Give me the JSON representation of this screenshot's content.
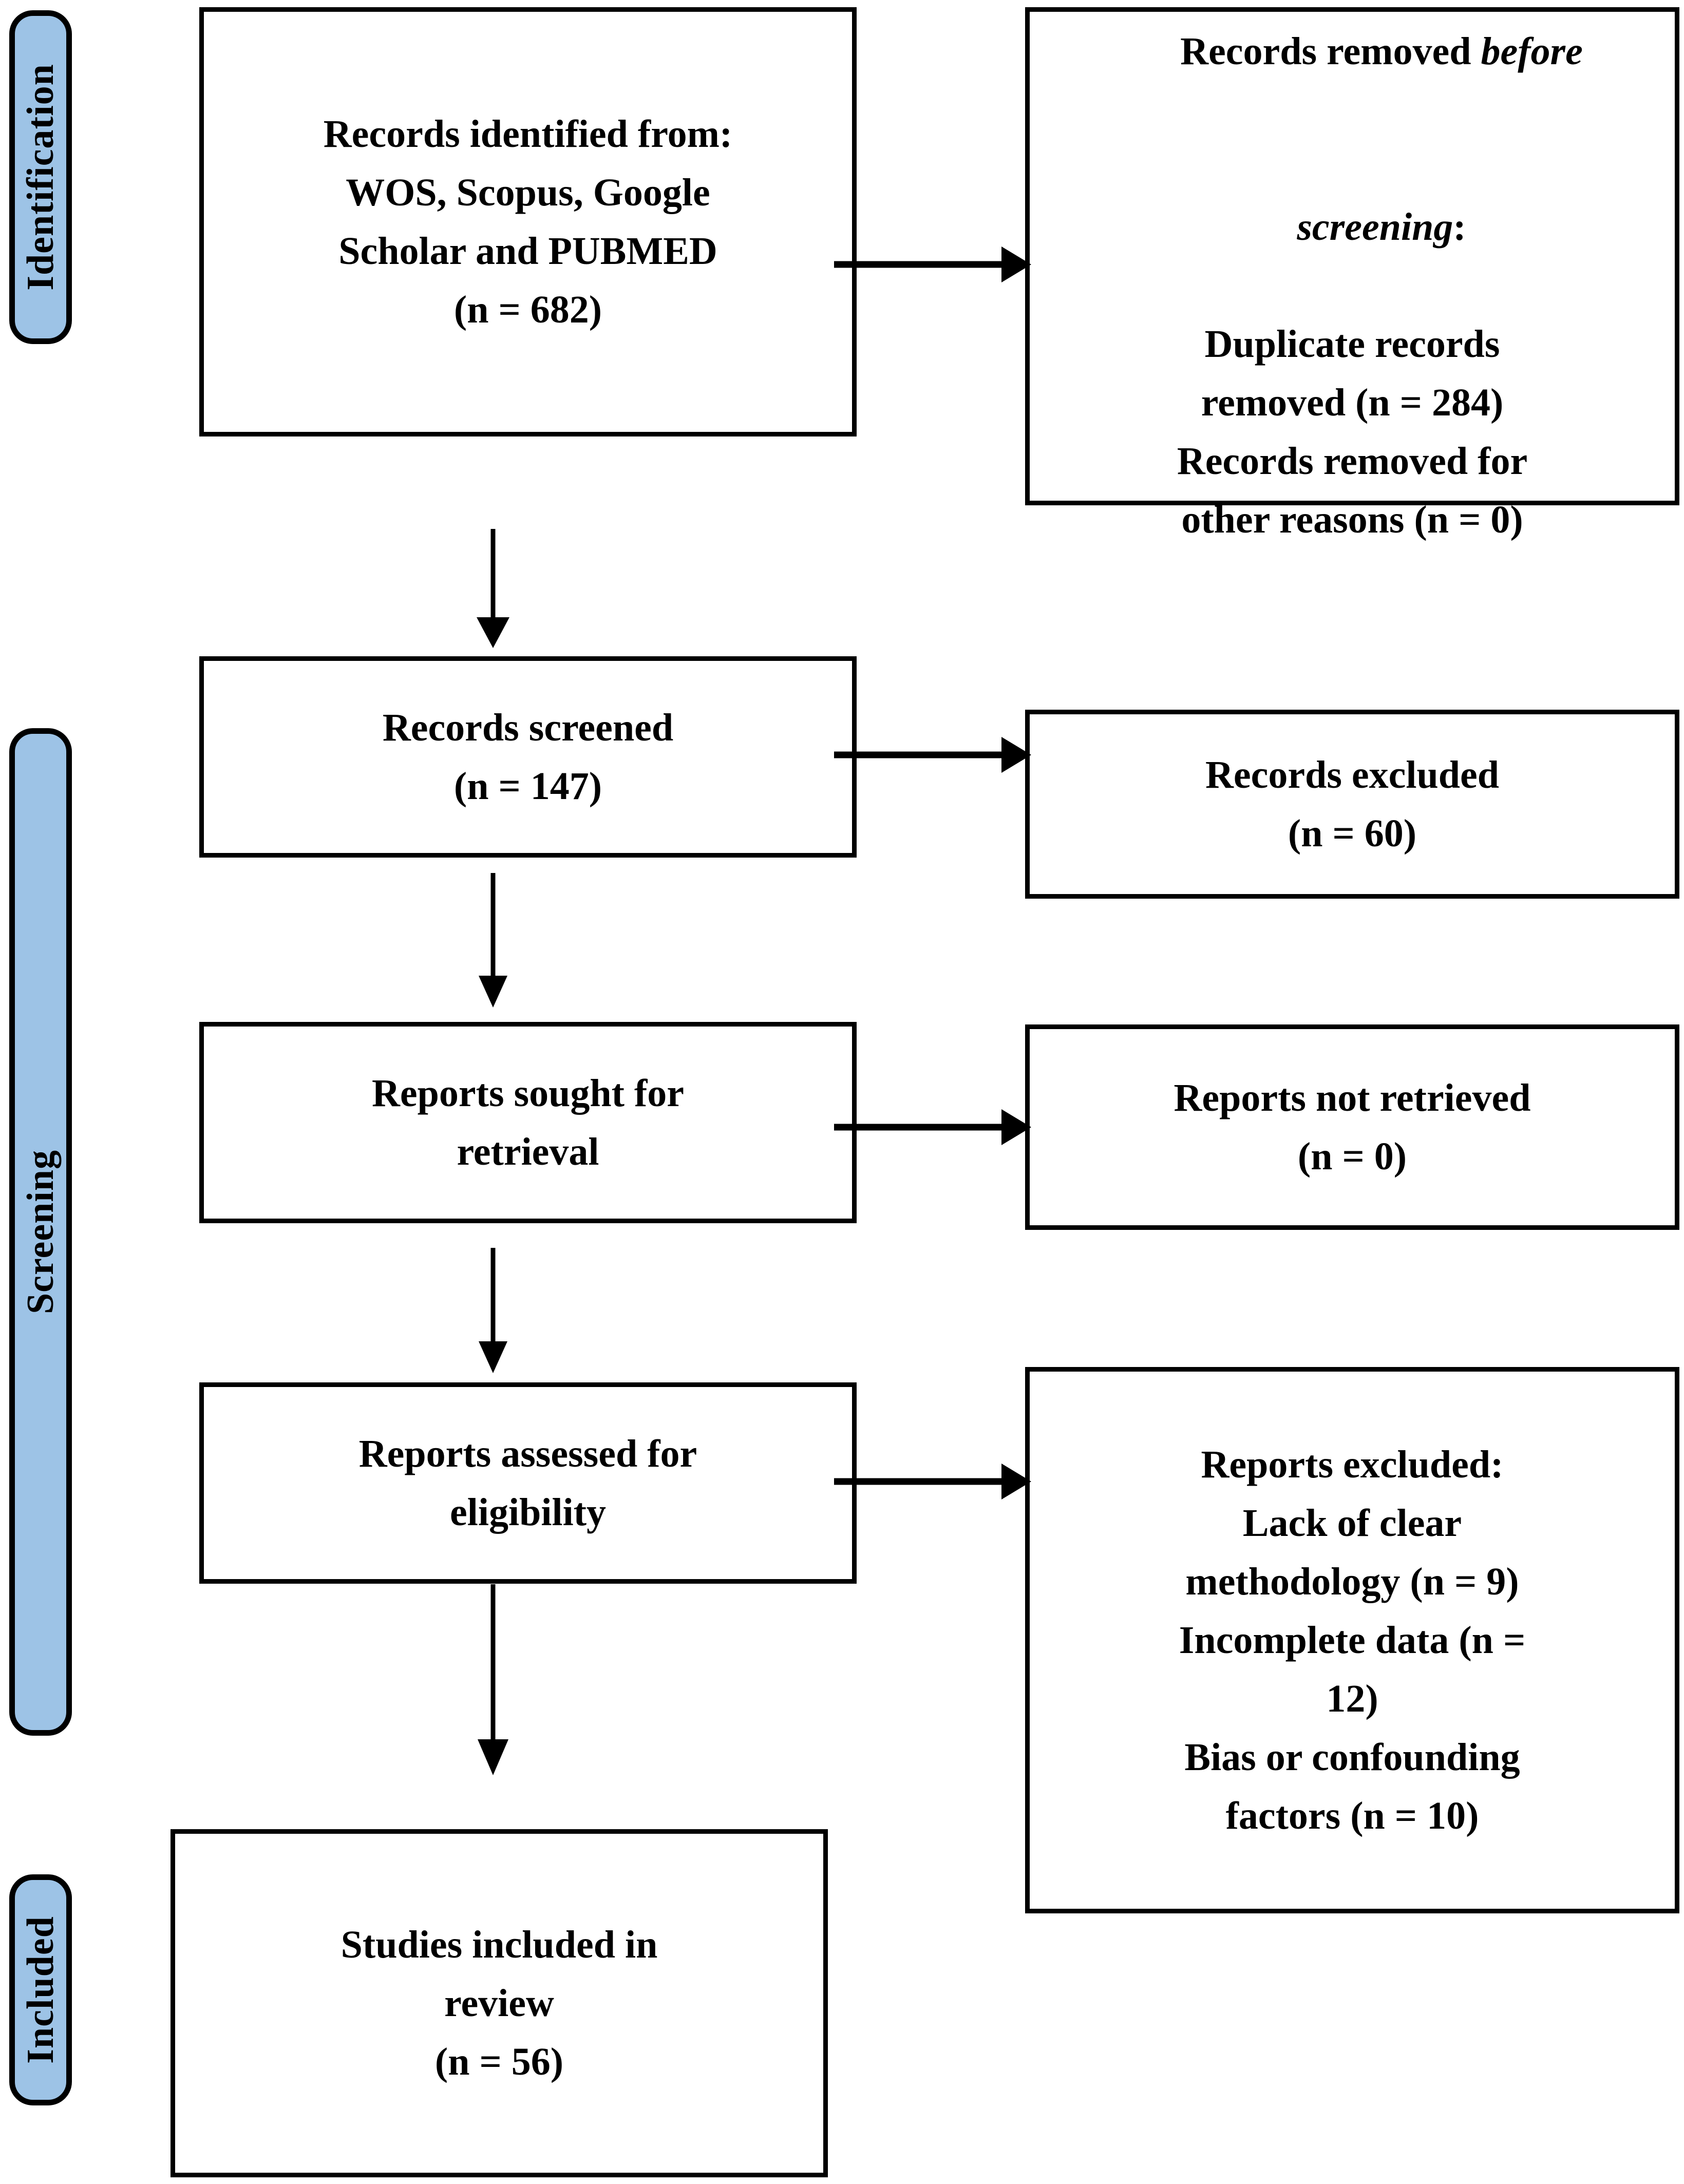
{
  "diagram": {
    "title": "PRISMA 2020 flow diagram",
    "accent_color": "#9DC3E6",
    "line_color": "#000000",
    "background": "#FFFFFF"
  },
  "stages": [
    {
      "key": "identification",
      "label": "Identification"
    },
    {
      "key": "screening",
      "label": "Screening"
    },
    {
      "key": "included",
      "label": "Included"
    }
  ],
  "boxes": {
    "identified": {
      "lines": [
        "Records identified from:",
        "WOS, Scopus, Google",
        "Scholar and PUBMED",
        "(n = 682)"
      ],
      "n": 682
    },
    "removed_before_screening": {
      "line1_prefix": "Records removed ",
      "line1_italic": "before",
      "line2_italic": "screening",
      "line2_suffix": ":",
      "lines_rest": [
        "Duplicate records",
        "removed (n = 284)",
        "Records removed for",
        "other reasons (n = 0)"
      ],
      "duplicates_removed": 284,
      "other_reasons_removed": 0
    },
    "records_screened": {
      "lines": [
        "Records screened",
        "(n = 147)"
      ],
      "n": 147
    },
    "records_excluded": {
      "lines": [
        "Records excluded",
        "(n = 60)"
      ],
      "n": 60
    },
    "reports_sought": {
      "lines": [
        "Reports sought for",
        "retrieval"
      ]
    },
    "reports_not_retrieved": {
      "lines": [
        "Reports not retrieved",
        "(n = 0)"
      ],
      "n": 0
    },
    "reports_assessed": {
      "lines": [
        "Reports assessed for",
        "eligibility"
      ]
    },
    "reports_excluded": {
      "lines": [
        "Reports excluded:",
        "Lack of clear",
        "methodology (n = 9)",
        "Incomplete data (n =",
        "12)",
        "Bias or confounding",
        "factors (n = 10)"
      ],
      "reasons": [
        {
          "reason": "Lack of clear methodology",
          "n": 9
        },
        {
          "reason": "Incomplete data",
          "n": 12
        },
        {
          "reason": "Bias or confounding factors",
          "n": 10
        }
      ]
    },
    "studies_included": {
      "lines": [
        "Studies included in",
        "review",
        "(n = 56)"
      ],
      "n": 56
    }
  }
}
